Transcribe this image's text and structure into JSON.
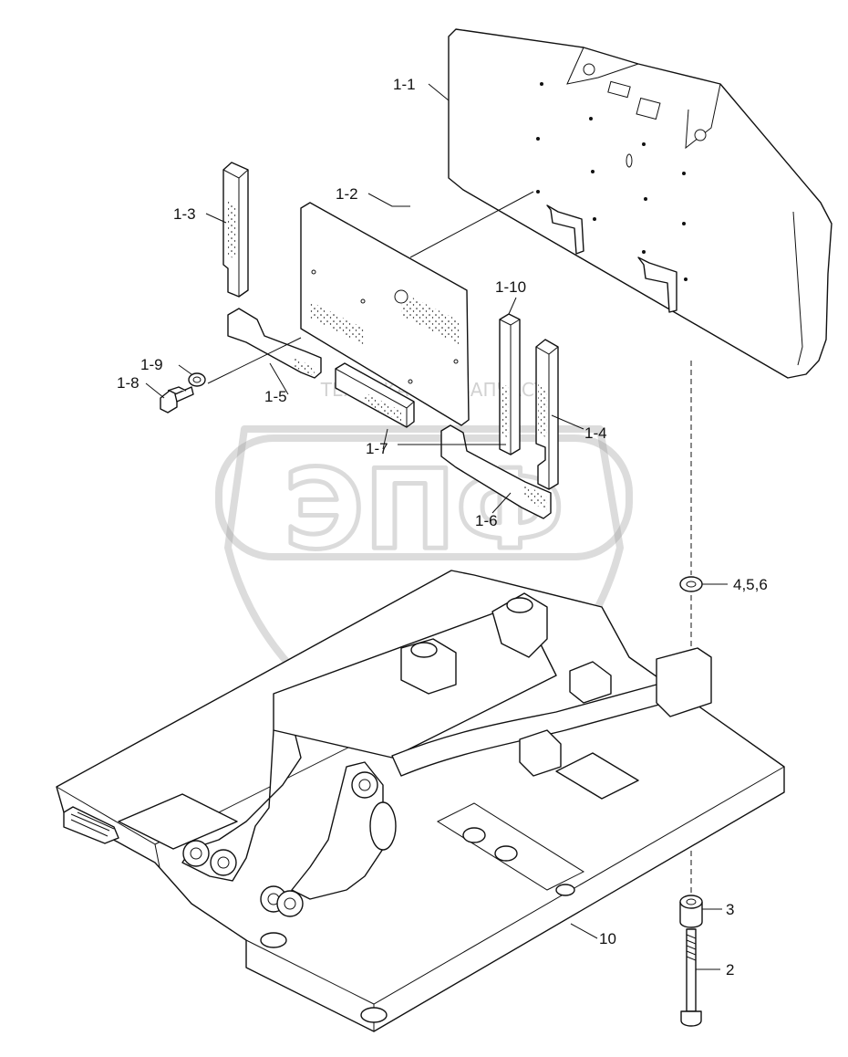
{
  "diagram": {
    "callouts": [
      {
        "id": "c-1-1",
        "text": "1-1"
      },
      {
        "id": "c-1-2",
        "text": "1-2"
      },
      {
        "id": "c-1-3",
        "text": "1-3"
      },
      {
        "id": "c-1-4",
        "text": "1-4"
      },
      {
        "id": "c-1-5",
        "text": "1-5"
      },
      {
        "id": "c-1-6",
        "text": "1-6"
      },
      {
        "id": "c-1-7",
        "text": "1-7"
      },
      {
        "id": "c-1-8",
        "text": "1-8"
      },
      {
        "id": "c-1-9",
        "text": "1-9"
      },
      {
        "id": "c-1-10",
        "text": "1-10"
      },
      {
        "id": "c-2",
        "text": "2"
      },
      {
        "id": "c-3",
        "text": "3"
      },
      {
        "id": "c-456",
        "text": "4,5,6"
      },
      {
        "id": "c-10",
        "text": "10"
      }
    ]
  },
  "watermark": {
    "left_text": "ТЕХНИКА",
    "right_text": "ЗАПЧАСТИ",
    "logo_letters": "ЭПФ"
  }
}
